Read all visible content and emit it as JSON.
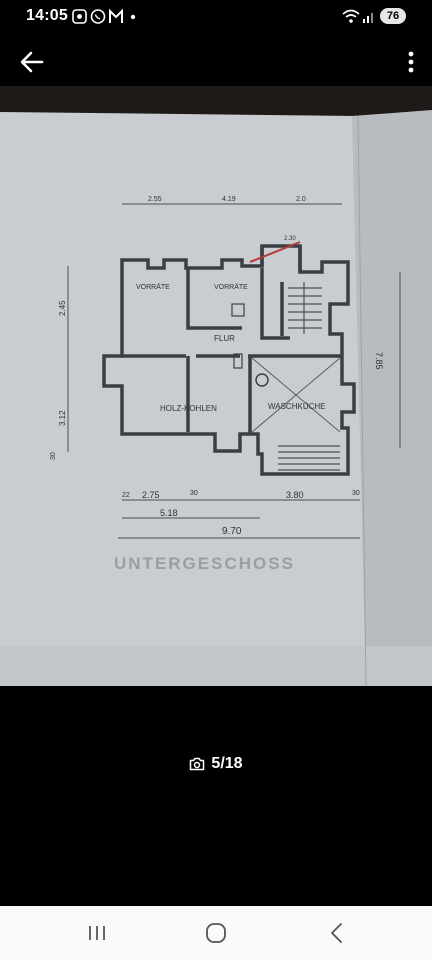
{
  "status_bar": {
    "time": "14:05",
    "battery": "76",
    "left_icons": [
      "screen-record-icon",
      "whatsapp-icon",
      "gmail-icon",
      "dot-icon"
    ],
    "right_icons": [
      "wifi-icon",
      "signal-icon"
    ]
  },
  "app_bar": {
    "back_icon": "arrow-left-icon",
    "menu_icon": "more-vertical-icon"
  },
  "floor_plan": {
    "title": "UNTERGESCHOSS",
    "rooms": {
      "vorraete_left": "VORRÄTE",
      "vorraete_right": "VORRÄTE",
      "flur": "FLUR",
      "holz_kohlen": "HOLZ-KOHLEN",
      "waschkueche": "WASCHKÜCHE",
      "small_room": "2.30"
    },
    "dimensions": {
      "top_1": "2.55",
      "top_2": "4.19",
      "top_3": "2.0",
      "bottom_1": "2.75",
      "bottom_2": "30",
      "bottom_3": "3.80",
      "bottom_4": "30",
      "bottom_left": "22",
      "sum_1": "5.18",
      "sum_total": "9.70",
      "right_total": "7.85",
      "left_1": "2.45",
      "left_2": "3.12",
      "left_3": "30"
    }
  },
  "counter": {
    "icon": "camera-icon",
    "text": "5/18"
  },
  "nav_bar": {
    "recent_icon": "recent-apps-icon",
    "home_icon": "home-icon",
    "back_icon": "nav-back-icon"
  }
}
